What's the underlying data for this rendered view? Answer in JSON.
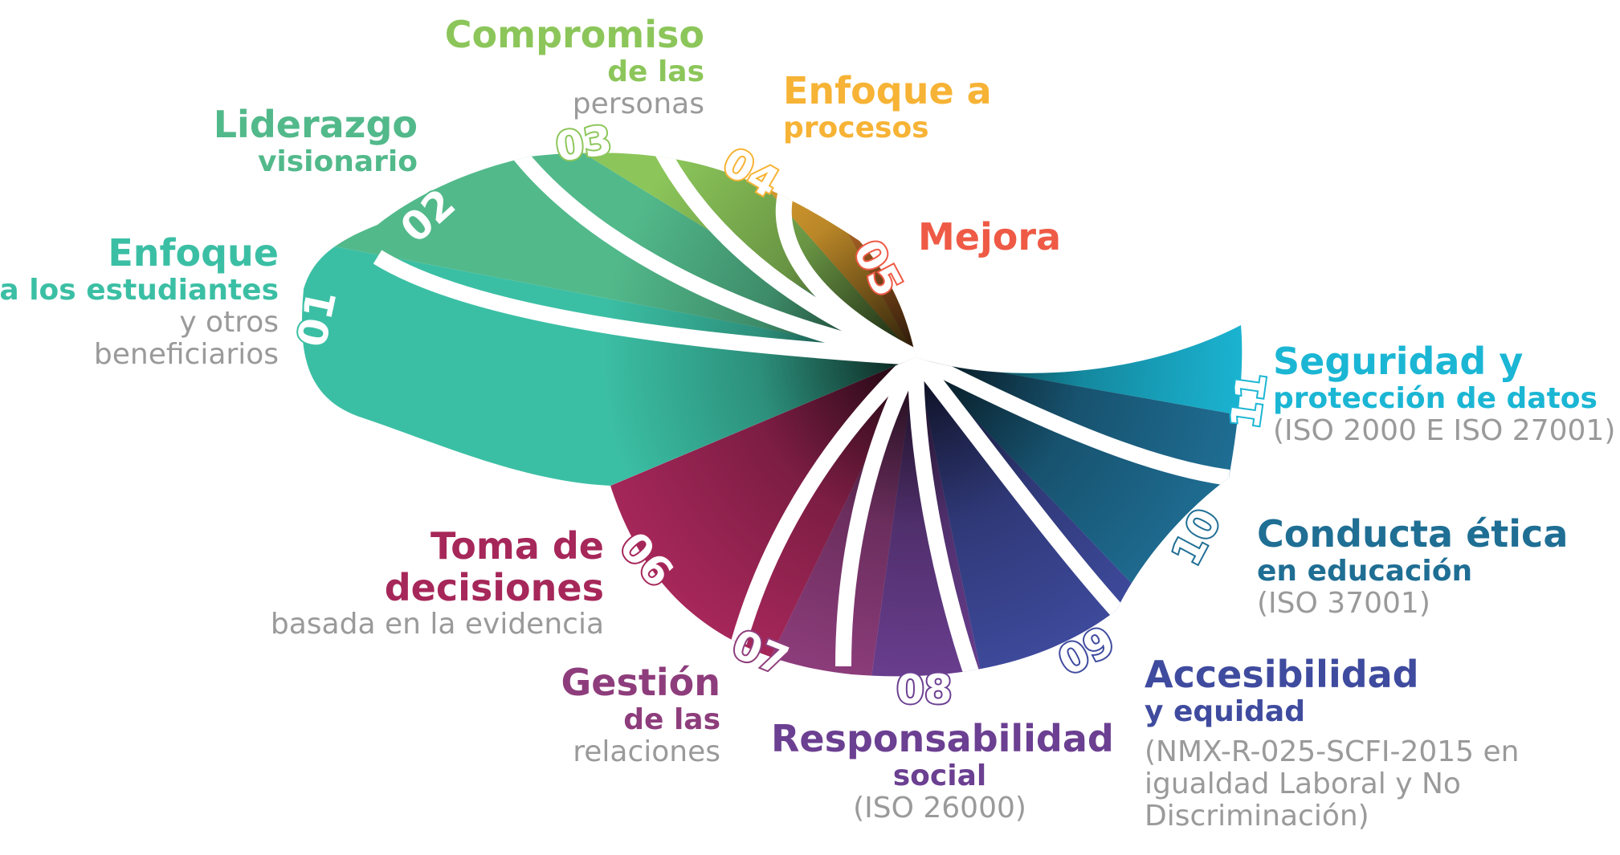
{
  "items": [
    {
      "num": "01",
      "line1": "Enfoque",
      "line2": "a los estudiantes",
      "line3": "y otros",
      "line4": "beneficiarios",
      "color": "#3bbfa4"
    },
    {
      "num": "02",
      "line1": "Liderazgo",
      "line2": "visionario",
      "color": "#52b98b"
    },
    {
      "num": "03",
      "line1": "Compromiso",
      "line2": "de las",
      "line3": "personas",
      "color": "#8cc65a"
    },
    {
      "num": "04",
      "line1": "Enfoque a",
      "line2": "procesos",
      "color": "#f7b335"
    },
    {
      "num": "05",
      "line1": "Mejora",
      "color": "#ee5a45"
    },
    {
      "num": "06",
      "line1": "Toma de",
      "line2": "decisiones",
      "line3": "basada en la evidencia",
      "color": "#a6275a"
    },
    {
      "num": "07",
      "line1": "Gestión",
      "line2": "de las",
      "line3": "relaciones",
      "color": "#8e3d7c"
    },
    {
      "num": "08",
      "line1": "Responsabilidad",
      "line2": "social",
      "line3": "(ISO 26000)",
      "color": "#6b3f91"
    },
    {
      "num": "09",
      "line1": "Accesibilidad",
      "line2": "y equidad",
      "line3": "(NMX-R-025-SCFI-2015 en",
      "line4": "igualdad Laboral y No",
      "line5": "Discriminación)",
      "color": "#3f4b9e"
    },
    {
      "num": "10",
      "line1": "Conducta ética",
      "line2": "en educación",
      "line3": "(ISO 37001)",
      "color": "#1f6e94"
    },
    {
      "num": "11",
      "line1": "Seguridad y",
      "line2": "protección de datos",
      "line3": "(ISO 2000 E ISO 27001)",
      "color": "#1bb6d4"
    }
  ]
}
